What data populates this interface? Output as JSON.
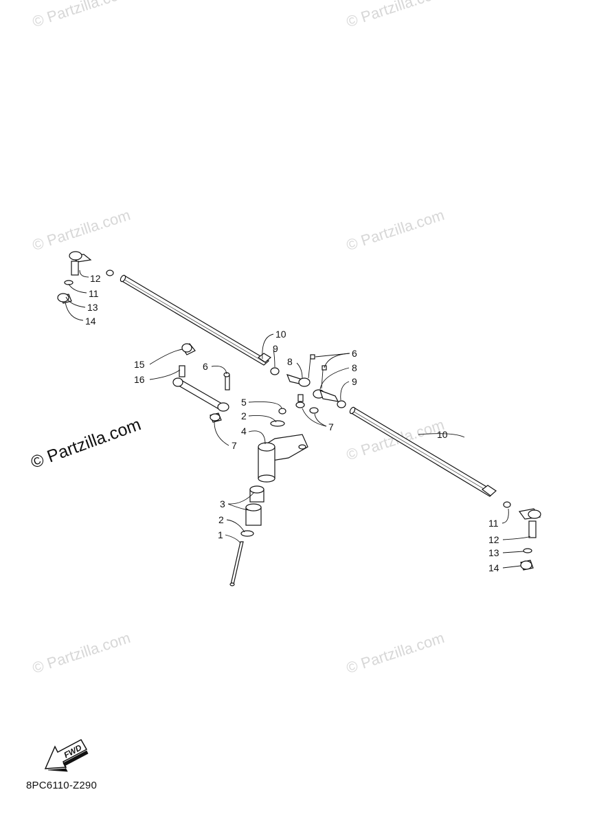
{
  "watermark": "© Partzilla.com",
  "watermark_main": "© Partzilla.com",
  "diagram_code": "8PC6110-Z290",
  "fwd_label": "FWD",
  "callouts": {
    "c12a": "12",
    "c11a": "11",
    "c13a": "13",
    "c14a": "14",
    "c10a": "10",
    "c9a": "9",
    "c8a": "8",
    "c6a": "6",
    "c8b": "8",
    "c9b": "9",
    "c7a": "7",
    "c15": "15",
    "c16": "16",
    "c6b": "6",
    "c5": "5",
    "c2a": "2",
    "c4": "4",
    "c7b": "7",
    "c10b": "10",
    "c3": "3",
    "c2b": "2",
    "c1": "1",
    "c11b": "11",
    "c12b": "12",
    "c13b": "13",
    "c14b": "14"
  }
}
